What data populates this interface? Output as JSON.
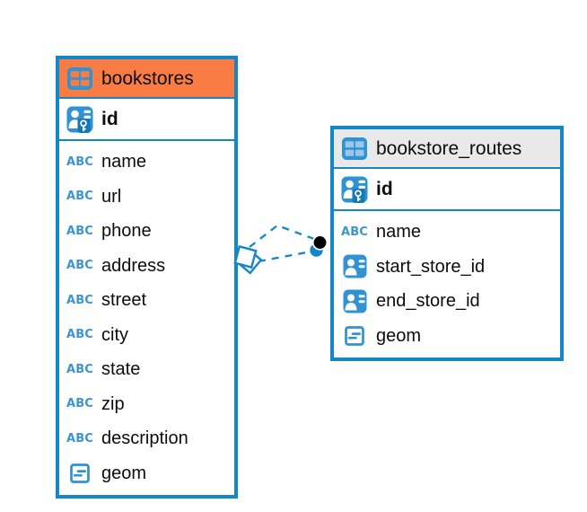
{
  "colors": {
    "accent_blue": "#1586c8",
    "icon_blue": "#2e92d4",
    "icon_blue_dark": "#1579b6",
    "bookstores_header": "#f97c45",
    "routes_header": "#e9e9e9",
    "relationship_line": "#1586c8",
    "relationship_dot": "#000000",
    "text": "#0c0c0c"
  },
  "icons": {
    "text_type_label": "ABC"
  },
  "tables": [
    {
      "title": "bookstores",
      "primary_key": {
        "name": "id",
        "icon": "person-key-icon"
      },
      "columns": [
        {
          "name": "name",
          "icon": "text-type-icon"
        },
        {
          "name": "url",
          "icon": "text-type-icon"
        },
        {
          "name": "phone",
          "icon": "text-type-icon"
        },
        {
          "name": "address",
          "icon": "text-type-icon"
        },
        {
          "name": "street",
          "icon": "text-type-icon"
        },
        {
          "name": "city",
          "icon": "text-type-icon"
        },
        {
          "name": "state",
          "icon": "text-type-icon"
        },
        {
          "name": "zip",
          "icon": "text-type-icon"
        },
        {
          "name": "description",
          "icon": "text-type-icon"
        },
        {
          "name": "geom",
          "icon": "geometry-type-icon"
        }
      ]
    },
    {
      "title": "bookstore_routes",
      "primary_key": {
        "name": "id",
        "icon": "person-key-icon"
      },
      "columns": [
        {
          "name": "name",
          "icon": "text-type-icon"
        },
        {
          "name": "start_store_id",
          "icon": "reference-badge-icon"
        },
        {
          "name": "end_store_id",
          "icon": "reference-badge-icon"
        },
        {
          "name": "geom",
          "icon": "geometry-type-icon"
        }
      ]
    }
  ],
  "relationships": [
    {
      "between": [
        "bookstores",
        "bookstore_routes"
      ],
      "style": "dashed"
    },
    {
      "between": [
        "bookstores",
        "bookstore_routes"
      ],
      "style": "dashed"
    }
  ]
}
